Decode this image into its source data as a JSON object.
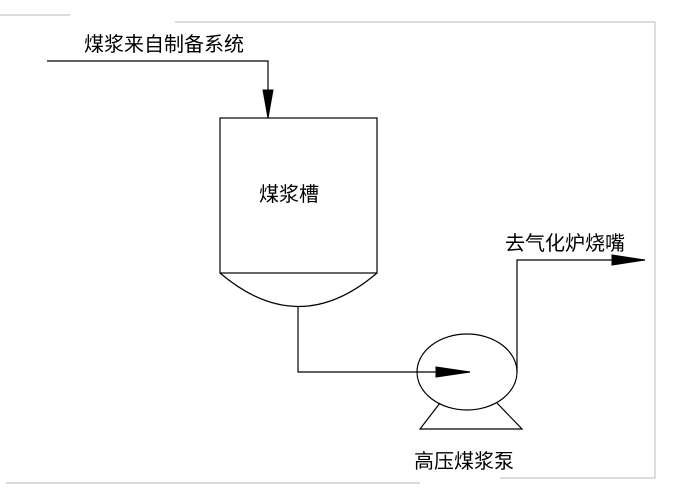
{
  "labels": {
    "inlet_source": "煤浆来自制备系统",
    "tank": "煤浆槽",
    "outlet_destination": "去气化炉烧嘴",
    "pump": "高压煤浆泵"
  }
}
